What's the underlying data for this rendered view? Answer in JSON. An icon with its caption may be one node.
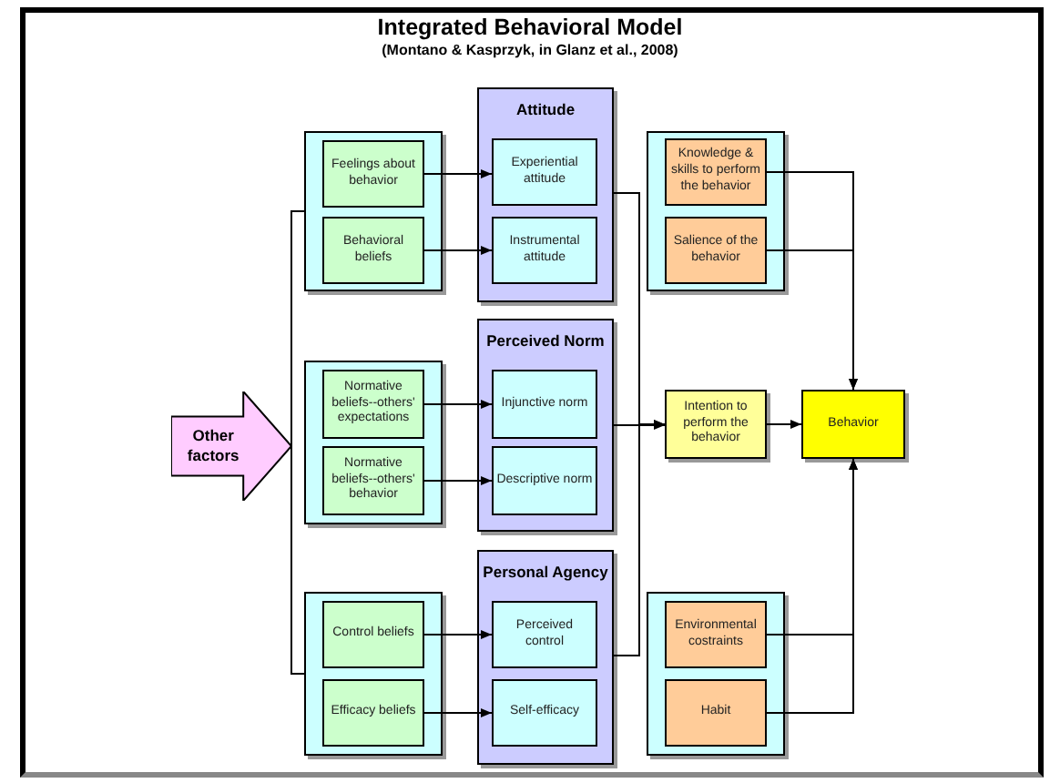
{
  "diagram": {
    "title": "Integrated Behavioral Model",
    "caption": "(Montano & Kasprzyk, in Glanz et al., 2008)",
    "nodes": [
      {
        "text": [
          "Other factors"
        ]
      },
      {
        "text": [],
        "shape": "box"
      },
      {
        "text": [
          "Feelings about behavior"
        ],
        "in": 1
      },
      {
        "text": [
          "Behavioral beliefs"
        ],
        "in": 1
      },
      {
        "text": [],
        "shape": "box"
      },
      {
        "text": [
          "Normative beliefs--others' expectations"
        ],
        "in": 4
      },
      {
        "text": [
          "Normative beliefs--others' behavior"
        ],
        "in": 4
      },
      {
        "text": [],
        "shape": "box"
      },
      {
        "text": [
          "Control beliefs"
        ],
        "in": 7
      },
      {
        "text": [
          "Efficacy beliefs"
        ],
        "in": 7
      },
      {
        "text": [
          "Attitude"
        ]
      },
      {
        "text": [
          "Experiential attitude"
        ],
        "in": 10
      },
      {
        "text": [
          "Instrumental attitude"
        ],
        "in": 10
      },
      {
        "text": [
          "Perceived Norm"
        ]
      },
      {
        "text": [
          "Injunctive norm"
        ],
        "in": 13
      },
      {
        "text": [
          "Descriptive norm"
        ],
        "in": 13
      },
      {
        "text": [
          "Personal Agency"
        ]
      },
      {
        "text": [
          "Perceived control"
        ],
        "in": 16
      },
      {
        "text": [
          "Self-efficacy"
        ],
        "in": 16
      },
      {
        "text": [],
        "shape": "box"
      },
      {
        "text": [
          "Knowledge & skills to perform the behavior"
        ],
        "in": 19
      },
      {
        "text": [
          "Salience of the behavior"
        ],
        "in": 19
      },
      {
        "text": [
          "Intention to perform the behavior"
        ]
      },
      {
        "text": [
          "Behavior"
        ]
      },
      {
        "text": [],
        "shape": "box"
      },
      {
        "text": [
          "Environmental costraints"
        ],
        "in": 24
      },
      {
        "text": [
          "Habit"
        ],
        "in": 24
      }
    ],
    "edges": [
      {
        "from": 0,
        "to": 1,
        "arrow": "none"
      },
      {
        "from": 0,
        "to": 7,
        "arrow": "none"
      },
      {
        "from": 2,
        "to": 11,
        "arrow": "to"
      },
      {
        "from": 3,
        "to": 12,
        "arrow": "to"
      },
      {
        "from": 5,
        "to": 14,
        "arrow": "to"
      },
      {
        "from": 6,
        "to": 15,
        "arrow": "to"
      },
      {
        "from": 8,
        "to": 17,
        "arrow": "to"
      },
      {
        "from": 9,
        "to": 18,
        "arrow": "to"
      },
      {
        "from": 10,
        "to": 22,
        "arrow": "to"
      },
      {
        "from": 13,
        "to": 22,
        "arrow": "to"
      },
      {
        "from": 16,
        "to": 22,
        "arrow": "to"
      },
      {
        "from": 22,
        "to": 23,
        "arrow": "to"
      },
      {
        "from": 20,
        "to": 23,
        "arrow": "to"
      },
      {
        "from": 21,
        "to": 23,
        "arrow": "to"
      },
      {
        "from": 25,
        "to": 23,
        "arrow": "to"
      },
      {
        "from": 26,
        "to": 23,
        "arrow": "to"
      }
    ]
  }
}
